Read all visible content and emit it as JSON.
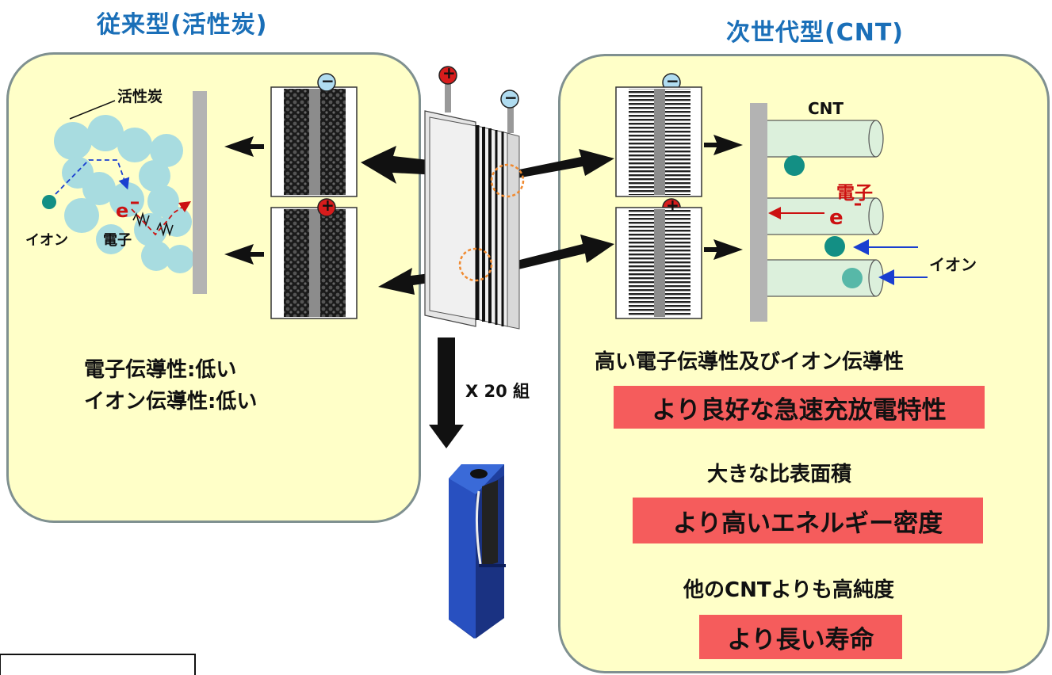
{
  "left": {
    "title": "従来型(活性炭)",
    "carbon_label": "活性炭",
    "ion_label": "イオン",
    "electron_label": "電子",
    "e_symbol": "e",
    "electron_conductivity": "電子伝導性:低い",
    "ion_conductivity": "イオン伝導性:低い"
  },
  "center": {
    "plus_sign": "+",
    "minus_sign": "−",
    "count_label": "X 20 組"
  },
  "right": {
    "title": "次世代型(CNT)",
    "cnt_label": "CNT",
    "electron_label": "電子",
    "e_symbol": "e",
    "ion_label": "イオン",
    "feature1": "高い電子伝導性及びイオン伝導性",
    "benefit1": "より良好な急速充放電特性",
    "feature2": "大きな比表面積",
    "benefit2": "より高いエネルギー密度",
    "feature3": "他のCNTよりも高純度",
    "benefit3": "より長い寿命"
  },
  "colors": {
    "title_blue": "#1a6fb8",
    "panel_fill": "#ffffc8",
    "highlight_red": "#f55c5c",
    "electron_red": "#cc1111",
    "ion_teal": "#138f84",
    "carbon_blue": "#a8dce0"
  }
}
